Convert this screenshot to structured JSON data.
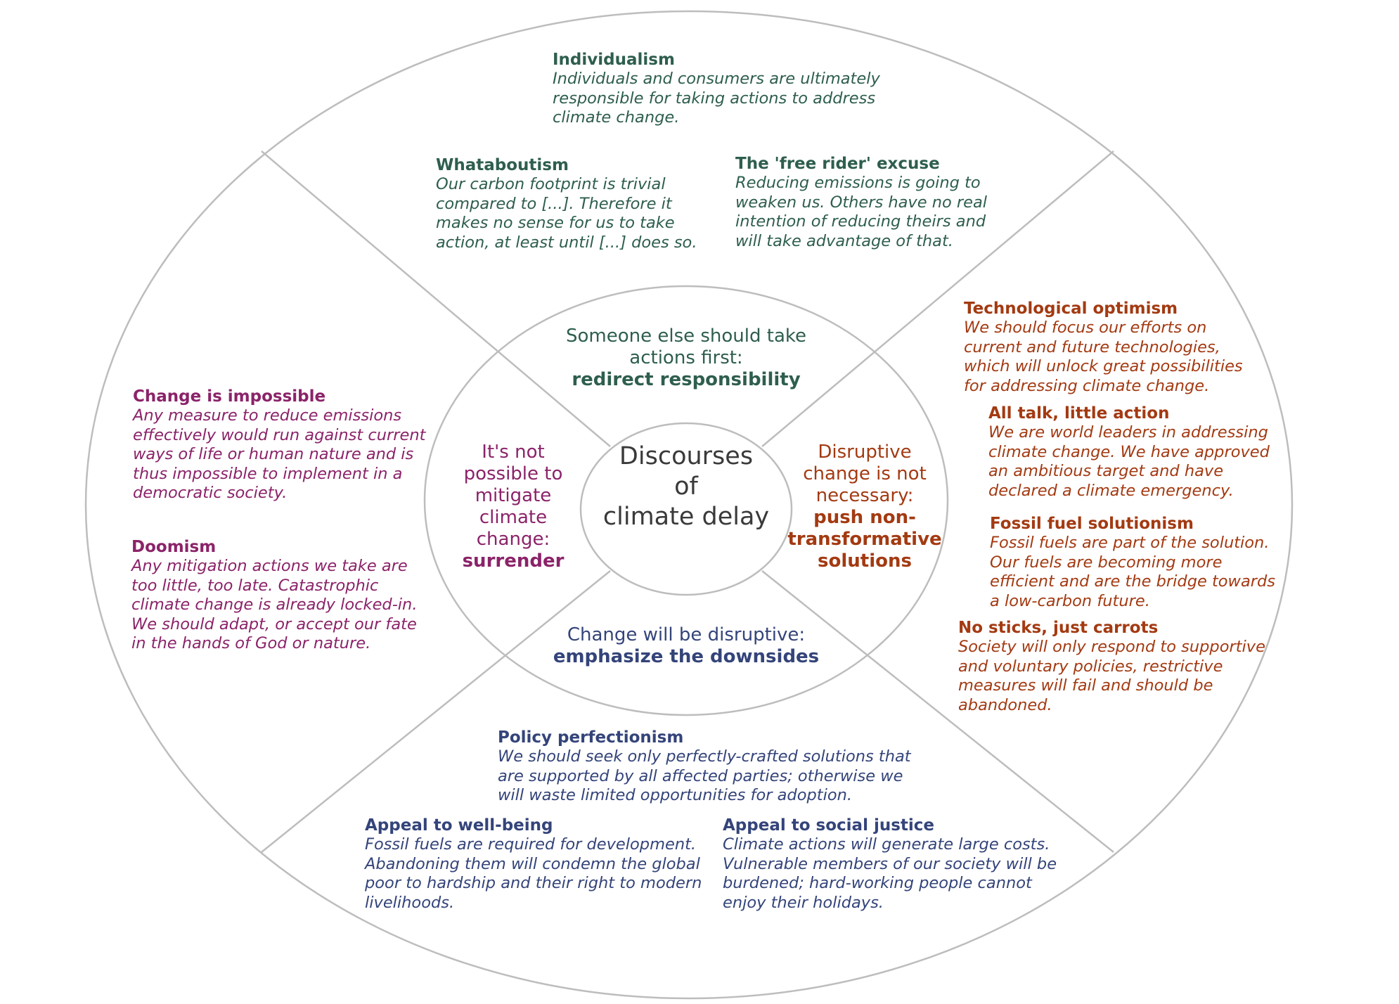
{
  "colors": {
    "green": "#2e5e4e",
    "purple": "#8b2369",
    "red": "#a33a12",
    "blue": "#34447a",
    "lines": "#bdbdbd",
    "center_text": "#3a3a3a"
  },
  "center": {
    "title": "Discourses\nof\nclimate delay"
  },
  "quadrants": {
    "top": {
      "prefix": "Someone else should take\nactions first:",
      "strategy": "redirect responsibility",
      "discourses": [
        {
          "title": "Individualism",
          "body": "Individuals and consumers are ultimately\nresponsible for taking actions to address\nclimate change."
        },
        {
          "title": "Whataboutism",
          "body": "Our carbon footprint is trivial\ncompared to [...]. Therefore it\nmakes no sense for us to take\naction, at least until [...] does so."
        },
        {
          "title": "The 'free rider' excuse",
          "body": "Reducing emissions is going to\nweaken us. Others have no real\nintention of reducing theirs and\nwill take advantage of that."
        }
      ]
    },
    "left": {
      "prefix": "It's not\npossible to\nmitigate\nclimate\nchange:",
      "strategy": "surrender",
      "discourses": [
        {
          "title": "Change is impossible",
          "body": "Any measure to reduce emissions\neffectively would run against current\nways of life or human nature and is\nthus impossible to implement in a\ndemocratic society."
        },
        {
          "title": "Doomism",
          "body": "Any mitigation actions we take are\ntoo little, too late. Catastrophic\nclimate change is already locked-in.\nWe should adapt, or accept our fate\nin the hands of God or nature."
        }
      ]
    },
    "right": {
      "prefix": "Disruptive\nchange is not\nnecessary:",
      "strategy": "push non-\ntransformative\nsolutions",
      "discourses": [
        {
          "title": "Technological optimism",
          "body": "We should focus our efforts on\ncurrent and future technologies,\nwhich will unlock great possibilities\nfor addressing climate change."
        },
        {
          "title": "All talk, little action",
          "body": "We are world leaders in addressing\nclimate change. We have approved\nan ambitious target and have\ndeclared a climate emergency."
        },
        {
          "title": "Fossil fuel solutionism",
          "body": "Fossil fuels are part of the solution.\nOur fuels are becoming more\nefficient and are the bridge towards\na low-carbon future."
        },
        {
          "title": "No sticks, just carrots",
          "body": "Society will only respond to supportive\nand voluntary policies, restrictive\nmeasures will fail and should be\nabandoned."
        }
      ]
    },
    "bottom": {
      "prefix": "Change will be disruptive:",
      "strategy": "emphasize the downsides",
      "discourses": [
        {
          "title": "Policy perfectionism",
          "body": "We should seek only perfectly-crafted solutions that\nare supported by all affected parties; otherwise we\nwill waste limited opportunities for adoption."
        },
        {
          "title": "Appeal to well-being",
          "body": "Fossil fuels are required for development.\nAbandoning them will condemn the global\npoor to hardship and their right to modern\nlivelihoods."
        },
        {
          "title": "Appeal to social justice",
          "body": "Climate actions will generate large costs.\nVulnerable members of our society will be\nburdened; hard-working people cannot\nenjoy their holidays."
        }
      ]
    }
  }
}
